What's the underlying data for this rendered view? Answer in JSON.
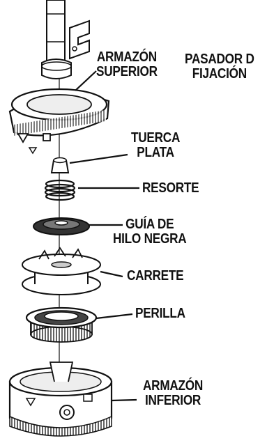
{
  "diagram": {
    "title": "",
    "labels": {
      "upper_housing": [
        "ARMAZÓN",
        "SUPERIOR"
      ],
      "locking_pin": [
        "PASADOR D",
        "FIJACIÓN"
      ],
      "silver_nut": [
        "TUERCA",
        "PLATA"
      ],
      "spring": [
        "RESORTE"
      ],
      "black_line_guide": [
        "GUÍA DE",
        "HILO NEGRA"
      ],
      "spool": [
        "CARRETE"
      ],
      "knob": [
        "PERILLA"
      ],
      "lower_housing": [
        "ARMAZÓN",
        "INFERIOR"
      ]
    }
  },
  "colors": {
    "line": "#111111",
    "part_fill": "#ffffff",
    "shade": "#cfcfcf",
    "dark": "#333333"
  }
}
